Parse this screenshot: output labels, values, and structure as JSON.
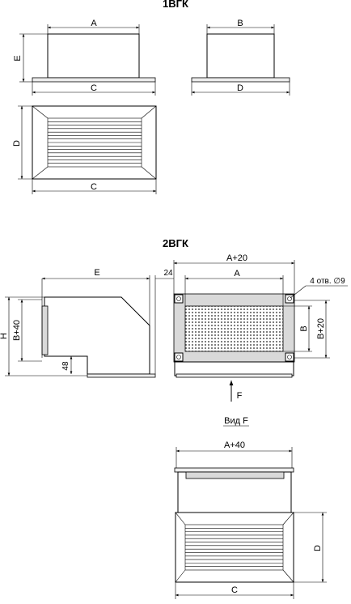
{
  "section1": {
    "title": "1ВГК"
  },
  "section2": {
    "title": "2ВГК"
  },
  "view_f": {
    "title": "Вид F"
  },
  "labels": {
    "A": "A",
    "B": "B",
    "C": "C",
    "D": "D",
    "E": "E",
    "A20": "A+20",
    "A40": "A+40",
    "B20": "B+20",
    "B40": "B+40",
    "H": "H",
    "dim24": "24",
    "dim48": "48",
    "holes": "4 отв. ∅9",
    "F": "F"
  }
}
